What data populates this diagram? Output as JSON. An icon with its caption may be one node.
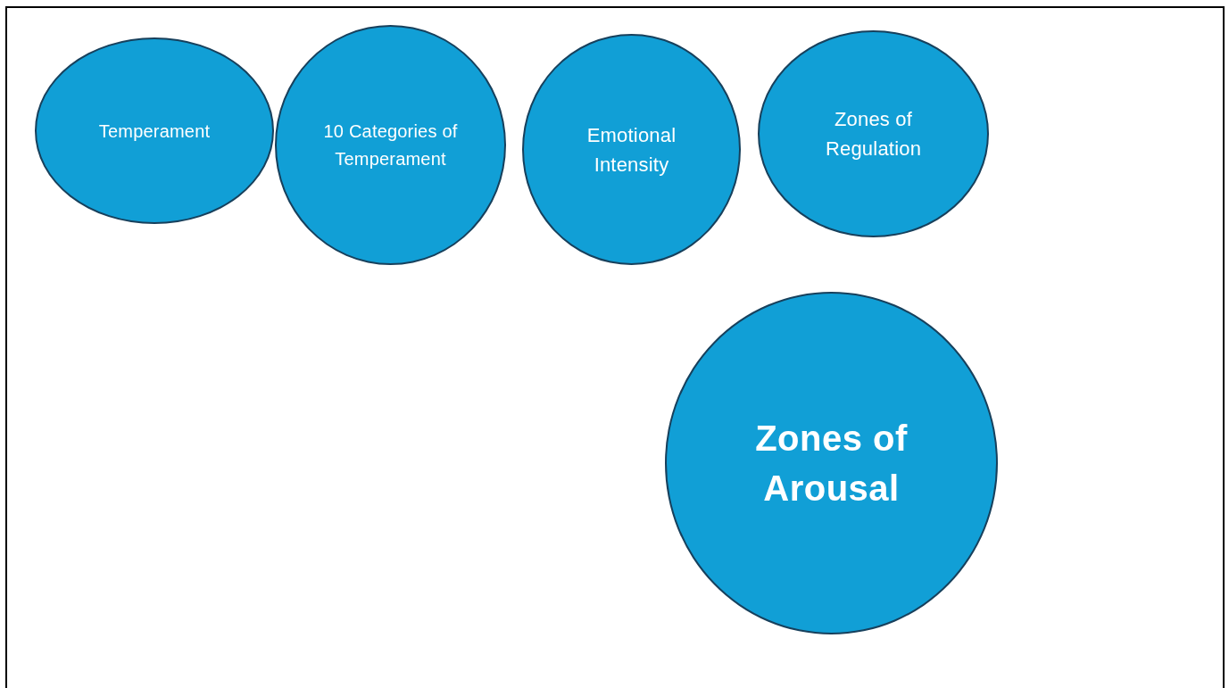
{
  "diagram": {
    "nodes": [
      {
        "text": [
          "Temperament"
        ]
      },
      {
        "text": [
          "10 Categories of Temperament"
        ]
      },
      {
        "text": [
          "Emotional Intensity"
        ]
      },
      {
        "text": [
          "Zones of Regulation"
        ]
      },
      {
        "text": [
          "Zones of Arousal"
        ]
      }
    ]
  }
}
